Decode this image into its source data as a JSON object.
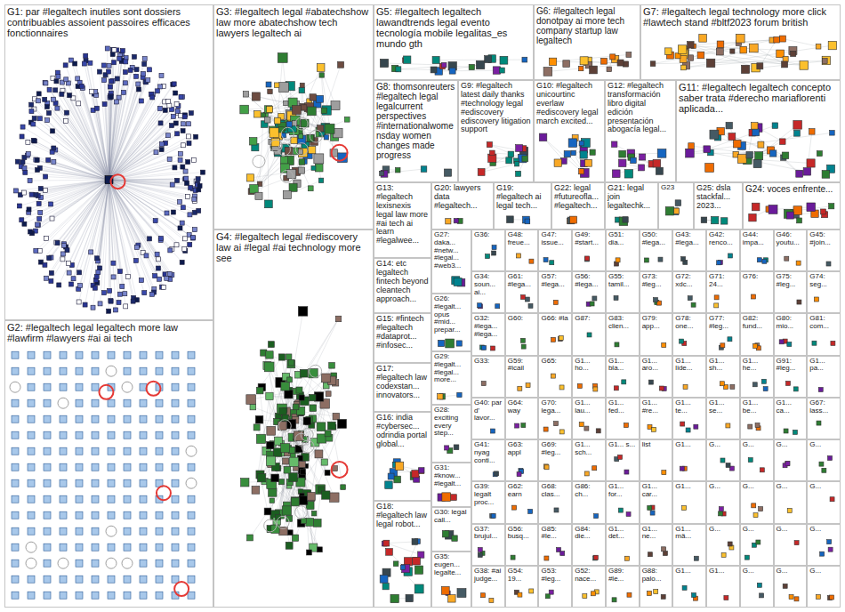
{
  "diagram": {
    "nodes": [
      {
        "text": [
          "G1: par #legaltech inutiles sont dossiers contribuables assoient passoires efficaces fonctionnaires"
        ]
      },
      {
        "text": [
          "G2: #legaltech legal legaltech more law #lawfirm #lawyers #ai ai tech"
        ]
      },
      {
        "text": [
          "G3: #legaltech legal #abatechshow law more abatechshow tech lawyers legaltech ai"
        ]
      },
      {
        "text": [
          "G4: #legaltech legal #ediscovery law ai #legal #ai technology more see"
        ]
      },
      {
        "text": [
          "G5: #legaltech legaltech lawandtrends legal evento tecnología mobile legalitas_es mundo gth"
        ]
      },
      {
        "text": [
          "G6: #legaltech legal donotpay ai more tech company startup law legaltech"
        ]
      },
      {
        "text": [
          "G7: #legaltech legal technology more click #lawtech stand #bltf2023 forum british"
        ]
      },
      {
        "text": [
          "G8: thomsonreuters #legaltech legal legalcurrent perspectives #internationalwomensday women changes made progress"
        ]
      },
      {
        "text": [
          "G9: #legaltech latest daily thanks #technology legal #ediscovery ediscovery litigation support"
        ]
      },
      {
        "text": [
          "G10: #legaltech unicourtinc everlaw #ediscovery legal march excited..."
        ]
      },
      {
        "text": [
          "G12: #legaltech transformación libro digital edición presentación abogacía legal..."
        ]
      },
      {
        "text": [
          "G11: #legaltech legaltech concepto saber trata #derecho mariaflorenti aplicada..."
        ]
      },
      {
        "text": [
          "G13: #legaltech lexisnexis legal law more #ai tech ai learn #legalwee..."
        ]
      },
      {
        "text": [
          "G20: lawyers data #legaltech..."
        ]
      },
      {
        "text": [
          "G19: #legaltech ai legal tech..."
        ]
      },
      {
        "text": [
          "G22: legal #futureofla... #legaltech..."
        ]
      },
      {
        "text": [
          "G21: legal join legaltechk..."
        ]
      },
      {
        "text": [
          "G23"
        ]
      },
      {
        "text": [
          "G25: dsla stackfal... 2023..."
        ]
      },
      {
        "text": [
          "G24: voces enfrente..."
        ]
      },
      {
        "text": [
          "G14: etc legaltech fintech beyond cleantech approach..."
        ]
      },
      {
        "text": [
          "G15: #fintech #legaltech #dataprot... #infosec..."
        ]
      },
      {
        "text": [
          "G17: #legaltech law codexstan... innovators..."
        ]
      },
      {
        "text": [
          "G16: india #cybersec... odrindia portal global..."
        ]
      },
      {
        "text": [
          "G18: #legaltech law legal robot..."
        ]
      },
      {
        "text": [
          "G27: daka... #netw... #legal... #web3..."
        ]
      },
      {
        "text": [
          "G26: #legalt... opus #mid... prepar..."
        ]
      },
      {
        "text": [
          "G29: #legalt... #legal... more..."
        ]
      },
      {
        "text": [
          "G28: exciting every step..."
        ]
      },
      {
        "text": [
          "G31: #know... #legalt..."
        ]
      },
      {
        "text": [
          "G30: legal call..."
        ]
      },
      {
        "text": [
          "G35: eugen... legalte..."
        ]
      },
      {
        "text": [
          "G36:"
        ]
      },
      {
        "text": [
          "G48: freue..."
        ]
      },
      {
        "text": [
          "G47: issue..."
        ]
      },
      {
        "text": [
          "G49: #start..."
        ]
      },
      {
        "text": [
          "G51: dia..."
        ]
      },
      {
        "text": [
          "G50: #lega..."
        ]
      },
      {
        "text": [
          "G43: #lega..."
        ]
      },
      {
        "text": [
          "G42: renco..."
        ]
      },
      {
        "text": [
          "G44: impa..."
        ]
      },
      {
        "text": [
          "G46: youtu..."
        ]
      },
      {
        "text": [
          "G45: #join..."
        ]
      },
      {
        "text": [
          "G34: soun... ai..."
        ]
      },
      {
        "text": [
          "G61: #lega..."
        ]
      },
      {
        "text": [
          "G57: #lega..."
        ]
      },
      {
        "text": [
          "G56: #lega..."
        ]
      },
      {
        "text": [
          "G55: tamil..."
        ]
      },
      {
        "text": [
          "G73: #leg..."
        ]
      },
      {
        "text": [
          "G72: xdc..."
        ]
      },
      {
        "text": [
          "G71: 24..."
        ]
      },
      {
        "text": [
          "G76:"
        ]
      },
      {
        "text": [
          "G75: #leg..."
        ]
      },
      {
        "text": [
          "G74: seg..."
        ]
      },
      {
        "text": [
          "G32: #lega... #lega..."
        ]
      },
      {
        "text": [
          "G60:"
        ]
      },
      {
        "text": [
          "G66: #la"
        ]
      },
      {
        "text": [
          "G87:"
        ]
      },
      {
        "text": [
          "G83: clien..."
        ]
      },
      {
        "text": [
          "G79: app..."
        ]
      },
      {
        "text": [
          "G78: one..."
        ]
      },
      {
        "text": [
          "G77: #leg..."
        ]
      },
      {
        "text": [
          "G82: fund..."
        ]
      },
      {
        "text": [
          "G80: mio..."
        ]
      },
      {
        "text": [
          "G81: com..."
        ]
      },
      {
        "text": [
          "G33:"
        ]
      },
      {
        "text": [
          "G59: #icail"
        ]
      },
      {
        "text": [
          "G65:"
        ]
      },
      {
        "text": [
          "G1... ho..."
        ]
      },
      {
        "text": [
          "G1... bla..."
        ]
      },
      {
        "text": [
          "G1... aro..."
        ]
      },
      {
        "text": [
          "G1... lide..."
        ]
      },
      {
        "text": [
          "G1... sh..."
        ]
      },
      {
        "text": [
          "G1... he..."
        ]
      },
      {
        "text": [
          "G91: #leg..."
        ]
      },
      {
        "text": [
          "G1... pa..."
        ]
      },
      {
        "text": [
          "G40: par d' lavor..."
        ]
      },
      {
        "text": [
          "G64: way"
        ]
      },
      {
        "text": [
          "G70: lega..."
        ]
      },
      {
        "text": [
          "G1... lau..."
        ]
      },
      {
        "text": [
          "G1... fed..."
        ]
      },
      {
        "text": [
          "G1... #re..."
        ]
      },
      {
        "text": [
          "G1... te..."
        ]
      },
      {
        "text": [
          "G1... se..."
        ]
      },
      {
        "text": [
          "G1... be..."
        ]
      },
      {
        "text": [
          "G1... ca..."
        ]
      },
      {
        "text": [
          "G67: lass..."
        ]
      },
      {
        "text": [
          "G41: nyag conti..."
        ]
      },
      {
        "text": [
          "G63: appl"
        ]
      },
      {
        "text": [
          "G69: #leg..."
        ]
      },
      {
        "text": [
          "G1... sch..."
        ]
      },
      {
        "text": [
          "G1... s..."
        ]
      },
      {
        "text": [
          "list"
        ]
      },
      {
        "text": [
          "G1..."
        ]
      },
      {
        "text": [
          "G..."
        ]
      },
      {
        "text": [
          "G..."
        ]
      },
      {
        "text": [
          "G..."
        ]
      },
      {
        "text": [
          "G..."
        ]
      },
      {
        "text": [
          "G39: legalt proc..."
        ]
      },
      {
        "text": [
          "G62: earn"
        ]
      },
      {
        "text": [
          "G68: clas..."
        ]
      },
      {
        "text": [
          "G86: ch..."
        ]
      },
      {
        "text": [
          "G1... for..."
        ]
      },
      {
        "text": [
          "G1... car..."
        ]
      },
      {
        "text": [
          "G1..."
        ]
      },
      {
        "text": [
          "G..."
        ]
      },
      {
        "text": [
          "G..."
        ]
      },
      {
        "text": [
          "G..."
        ]
      },
      {
        "text": [
          "G..."
        ]
      },
      {
        "text": [
          "G37: brujul..."
        ]
      },
      {
        "text": [
          "G56: busq..."
        ]
      },
      {
        "text": [
          "G85: #le..."
        ]
      },
      {
        "text": [
          "G84: die..."
        ]
      },
      {
        "text": [
          "G1... det..."
        ]
      },
      {
        "text": [
          "G1... ne..."
        ]
      },
      {
        "text": [
          "G1... mä..."
        ]
      },
      {
        "text": [
          "G..."
        ]
      },
      {
        "text": [
          "G..."
        ]
      },
      {
        "text": [
          "G..."
        ]
      },
      {
        "text": [
          "G..."
        ]
      },
      {
        "text": [
          "G38: #ai judge..."
        ]
      },
      {
        "text": [
          "G54: 19..."
        ]
      },
      {
        "text": [
          "G53: #leg..."
        ]
      },
      {
        "text": [
          "G52: nace..."
        ]
      },
      {
        "text": [
          "G89: #le..."
        ]
      },
      {
        "text": [
          "G88: palo..."
        ]
      },
      {
        "text": [
          "G1..."
        ]
      },
      {
        "text": [
          "G1..."
        ]
      },
      {
        "text": [
          "G..."
        ]
      },
      {
        "text": [
          "G..."
        ]
      },
      {
        "text": [
          "G..."
        ]
      }
    ]
  }
}
